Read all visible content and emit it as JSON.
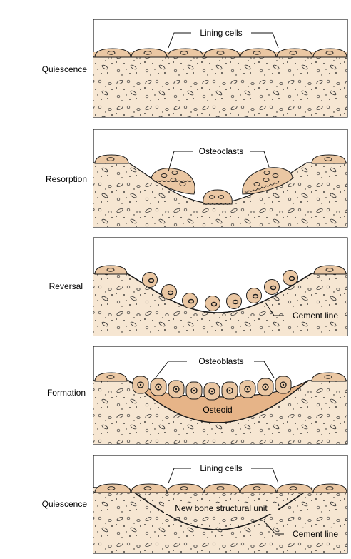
{
  "colors": {
    "bone_fill": "#f6e6d2",
    "cell_fill": "#eac7a3",
    "osteoid_fill": "#e6b488",
    "outline": "#1a1a1a"
  },
  "stages": [
    {
      "label": "Quiescence",
      "annotations": [
        "Lining cells"
      ]
    },
    {
      "label": "Resorption",
      "annotations": [
        "Osteoclasts"
      ]
    },
    {
      "label": "Reversal",
      "annotations": [
        "Cement line"
      ]
    },
    {
      "label": "Formation",
      "annotations": [
        "Osteoblasts",
        "Osteoid"
      ]
    },
    {
      "label": "Quiescence",
      "annotations": [
        "Lining cells",
        "New bone structural unit",
        "Cement line"
      ]
    }
  ]
}
